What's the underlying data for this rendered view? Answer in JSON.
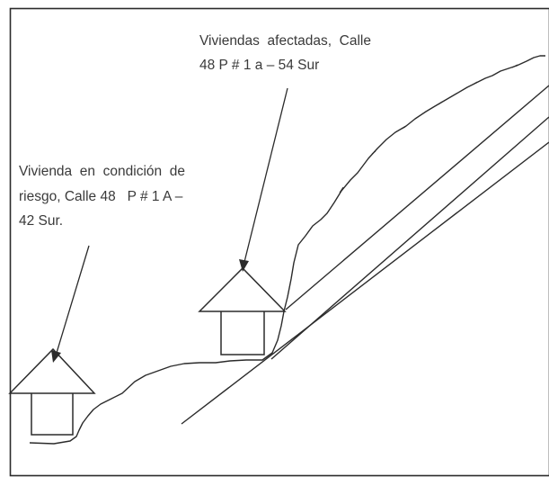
{
  "labels": {
    "affected_homes": {
      "line1": "Viviendas  afectadas,  Calle",
      "line2": "48 P # 1 a – 54 Sur"
    },
    "risk_home": {
      "line1": "Vivienda  en  condición  de",
      "line2": "riesgo, Calle 48   P # 1 A –",
      "line3": "42 Sur."
    }
  },
  "colors": {
    "line": "#2b2b2b",
    "text": "#3a3a3a",
    "background": "#ffffff"
  }
}
